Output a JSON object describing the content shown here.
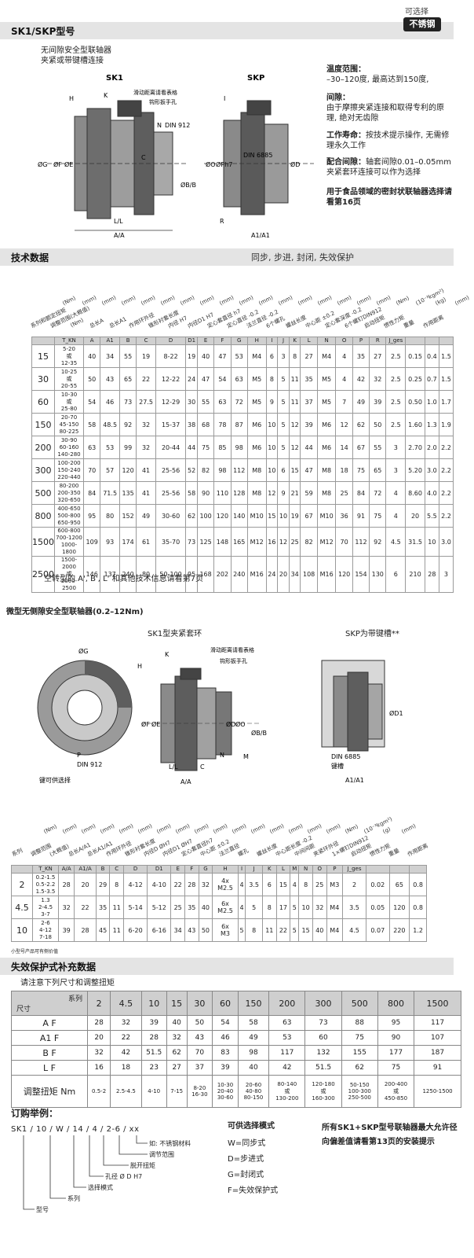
{
  "header1": {
    "title": "SK1/SKP型号"
  },
  "badge": {
    "top": "可选择",
    "main": "不锈钢"
  },
  "intro": {
    "line1": "无间隙安全型联轴器",
    "line2": "夹紧或带键槽连接"
  },
  "fig1": {
    "label_sk1": "SK1",
    "label_skp": "SKP",
    "sk1_callouts": [
      "H",
      "K",
      "N",
      "DIN 912",
      "C",
      "A/A",
      "L/L",
      "ØG",
      "ØF",
      "ØE",
      "ØD",
      "ØB/B",
      "滑动距离请看表格",
      "钩形扳手孔"
    ],
    "skp_callouts": [
      "I",
      "ØO",
      "ØPh7",
      "DIN 6885",
      "ØD",
      "R",
      "A1/A1"
    ]
  },
  "features": [
    {
      "title": "温度范围：",
      "body": "–30–120度, 最高达到150度,"
    },
    {
      "title": "间隙：",
      "body": "由于摩擦夹紧连接和取得专利的原理, 绝对无齿隙"
    },
    {
      "title": "工作寿命：",
      "body": "按技术提示操作, 无需修理永久工作"
    },
    {
      "title": "配合间隙：",
      "body": "轴套间隙0.01–0.05mm夹紧套环连接可以作为选择"
    },
    {
      "title": "用于食品领域的密封状联轴器选择请看第16页",
      "body": ""
    }
  ],
  "header2": {
    "title": "技术数据",
    "sub": "同步, 步进, 封闭, 失效保护"
  },
  "tech": {
    "rot_labels": [
      "系列和额定扭矩",
      "调整范围(大概值)",
      "(Nm)",
      "总长A",
      "总长A1",
      "作用环外径",
      "锥形衬套长度",
      "内径 H7",
      "内径D1 H7",
      "定心套直径 h7",
      "定心直径 -0.2",
      "法兰直径 -0.2",
      "6个螺孔",
      "螺丝长度",
      "中心距 ±0.2",
      "定心套深度 -0.2",
      "6个螺钉DIN912",
      "启动扭矩",
      "惯性力矩",
      "重量",
      "作用距离"
    ],
    "units": [
      "(Nm)",
      "(mm)",
      "(mm)",
      "(mm)",
      "(mm)",
      "(mm)",
      "(mm)",
      "(mm)",
      "(mm)",
      "(mm)",
      "(mm)",
      "(mm)",
      "(mm)",
      "(mm)",
      "(mm)",
      "(mm)",
      "(mm)",
      "(Nm)",
      "(10⁻³kgm²)",
      "(kg)",
      "(mm)"
    ],
    "head": [
      "T_KN",
      "A",
      "A1",
      "B",
      "C",
      "D",
      "D1",
      "E",
      "F",
      "G",
      "H",
      "I",
      "J",
      "K",
      "L",
      "N",
      "O",
      "P",
      "R",
      "J_ges",
      "",
      ""
    ],
    "rows": [
      [
        "15",
        "5-20\n或\n12-35",
        "40",
        "34",
        "55",
        "19",
        "8-22",
        "19",
        "40",
        "47",
        "53",
        "M4",
        "6",
        "3",
        "8",
        "27",
        "M4",
        "4",
        "35",
        "27",
        "2.5",
        "0.15",
        "0.4",
        "1.5"
      ],
      [
        "30",
        "10-25\n或\n20-55",
        "50",
        "43",
        "65",
        "22",
        "12-22",
        "24",
        "47",
        "54",
        "63",
        "M5",
        "8",
        "5",
        "11",
        "35",
        "M5",
        "4",
        "42",
        "32",
        "2.5",
        "0.25",
        "0.7",
        "1.5"
      ],
      [
        "60",
        "10-30\n或\n25-80",
        "54",
        "46",
        "73",
        "27.5",
        "12-29",
        "30",
        "55",
        "63",
        "72",
        "M5",
        "9",
        "5",
        "11",
        "37",
        "M5",
        "7",
        "49",
        "39",
        "2.5",
        "0.50",
        "1.0",
        "1.7"
      ],
      [
        "150",
        "20-70\n45-150\n80-225",
        "58",
        "48.5",
        "92",
        "32",
        "15-37",
        "38",
        "68",
        "78",
        "87",
        "M6",
        "10",
        "5",
        "12",
        "39",
        "M6",
        "12",
        "62",
        "50",
        "2.5",
        "1.60",
        "1.3",
        "1.9"
      ],
      [
        "200",
        "30-90\n60-160\n140-280",
        "63",
        "53",
        "99",
        "32",
        "20-44",
        "44",
        "75",
        "85",
        "98",
        "M6",
        "10",
        "5",
        "12",
        "44",
        "M6",
        "14",
        "67",
        "55",
        "3",
        "2.70",
        "2.0",
        "2.2"
      ],
      [
        "300",
        "100-200\n150-240\n220-440",
        "70",
        "57",
        "120",
        "41",
        "25-56",
        "52",
        "82",
        "98",
        "112",
        "M8",
        "10",
        "6",
        "15",
        "47",
        "M8",
        "18",
        "75",
        "65",
        "3",
        "5.20",
        "3.0",
        "2.2"
      ],
      [
        "500",
        "80-200\n200-350\n320-650",
        "84",
        "71.5",
        "135",
        "41",
        "25-56",
        "58",
        "90",
        "110",
        "128",
        "M8",
        "12",
        "9",
        "21",
        "59",
        "M8",
        "25",
        "84",
        "72",
        "4",
        "8.60",
        "4.0",
        "2.2"
      ],
      [
        "800",
        "400-650\n500-800\n650-950",
        "95",
        "80",
        "152",
        "49",
        "30-60",
        "62",
        "100",
        "120",
        "140",
        "M10",
        "15",
        "10",
        "19",
        "67",
        "M10",
        "36",
        "91",
        "75",
        "4",
        "20",
        "5.5",
        "2.2"
      ],
      [
        "1500",
        "600-800\n700-1200\n1000-1800",
        "109",
        "93",
        "174",
        "61",
        "35-70",
        "73",
        "125",
        "148",
        "165",
        "M12",
        "16",
        "12",
        "25",
        "82",
        "M12",
        "70",
        "112",
        "92",
        "4.5",
        "31.5",
        "10",
        "3.0"
      ],
      [
        "2500",
        "1500-2000\n或\n2000-2500",
        "146",
        "137",
        "240",
        "80",
        "50-100",
        "95",
        "168",
        "202",
        "240",
        "M16",
        "24",
        "20",
        "34",
        "108",
        "M16",
        "120",
        "154",
        "130",
        "6",
        "210",
        "28",
        "3"
      ]
    ],
    "note": "空转型的 A', B', L' 和其他技术信息请看第7页"
  },
  "micro": {
    "title": "微型无侧隙安全型联轴器(0.2–12Nm)",
    "sub_sk1": "SK1型夹紧套环",
    "sub_skp": "SKP为带键槽**",
    "callouts_left": [
      "ØG",
      "P",
      "DIN 912",
      "键可供选择"
    ],
    "callouts_mid": [
      "H",
      "K",
      "滑动距离请看表格",
      "钩形扳手孔",
      "ØF",
      "ØE",
      "ØD",
      "ØB/B",
      "ØO",
      "L/L",
      "C",
      "N",
      "M",
      "A/A"
    ],
    "callouts_right": [
      "ØD1",
      "DIN 6885",
      "键槽",
      "A1/A1"
    ],
    "rot_labels": [
      "系列",
      "调整范围",
      "(大概值)",
      "总长A/A1",
      "总长A1/A1",
      "作用环外径",
      "锥形衬套长度",
      "内径D ØH7",
      "内径D1 ØH7",
      "定心套直径h7",
      "中心距 ±0.2",
      "法兰直径",
      "螺孔",
      "螺丝长度",
      "中心距长度 -0.2",
      "中间间距",
      "夹紧环外径",
      "1×螺钉DIN912",
      "启动扭矩",
      "惯性力矩",
      "重量",
      "作用距离"
    ],
    "units": [
      "(Nm)",
      "(mm)",
      "(mm)",
      "(mm)",
      "(mm)",
      "(mm)",
      "(mm)",
      "(mm)",
      "(mm)",
      "(mm)",
      "(mm)",
      "(mm)",
      "(mm)",
      "(mm)",
      "(mm)",
      "(mm)",
      "(Nm)",
      "(10⁻³kgm²)",
      "(g)",
      "(mm)"
    ],
    "head": [
      "T_KN",
      "A/A",
      "A1/A",
      "B",
      "C",
      "D",
      "D1",
      "E",
      "F",
      "G",
      "H",
      "I",
      "J",
      "K",
      "L",
      "M",
      "N",
      "O",
      "P",
      "J_ges",
      "",
      ""
    ],
    "rows": [
      [
        "2",
        "0.2-1.5\n0.5-2.2\n1.5-3.5",
        "28",
        "20",
        "29",
        "8",
        "4-12",
        "4-10",
        "22",
        "28",
        "32",
        "4x\nM2.5",
        "4",
        "3.5",
        "6",
        "15",
        "4",
        "8",
        "25",
        "M3",
        "2",
        "0.02",
        "65",
        "0.8"
      ],
      [
        "4.5",
        "1.3\n2-4.5\n3-7",
        "32",
        "22",
        "35",
        "11",
        "5-14",
        "5-12",
        "25",
        "35",
        "40",
        "6x\nM2.5",
        "4",
        "5",
        "8",
        "17",
        "5",
        "10",
        "32",
        "M4",
        "3.5",
        "0.05",
        "120",
        "0.8"
      ],
      [
        "10",
        "2-6\n4-12\n7-18",
        "39",
        "28",
        "45",
        "11",
        "6-20",
        "6-16",
        "34",
        "43",
        "50",
        "6x\nM3",
        "5",
        "8",
        "11",
        "22",
        "5",
        "15",
        "40",
        "M4",
        "4.5",
        "0.07",
        "220",
        "1.2"
      ]
    ],
    "note": "小型号产品可有侧价值"
  },
  "header3": {
    "title": "失效保护式补充数据"
  },
  "supp": {
    "note": "请注意下列尺寸和调整扭矩",
    "col_label_series": "系列",
    "col_label_size": "尺寸",
    "series": [
      "2",
      "4.5",
      "10",
      "15",
      "30",
      "60",
      "150",
      "200",
      "300",
      "500",
      "800",
      "1500"
    ],
    "rows": [
      {
        "label": "A F",
        "values": [
          "28",
          "32",
          "39",
          "40",
          "50",
          "54",
          "58",
          "63",
          "73",
          "88",
          "95",
          "117"
        ]
      },
      {
        "label": "A1 F",
        "values": [
          "20",
          "22",
          "28",
          "32",
          "43",
          "46",
          "49",
          "53",
          "60",
          "75",
          "90",
          "107"
        ]
      },
      {
        "label": "B F",
        "values": [
          "32",
          "42",
          "51.5",
          "62",
          "70",
          "83",
          "98",
          "117",
          "132",
          "155",
          "177",
          "187"
        ]
      },
      {
        "label": "L F",
        "values": [
          "16",
          "18",
          "23",
          "27",
          "37",
          "39",
          "40",
          "42",
          "51.5",
          "62",
          "75",
          "91"
        ]
      },
      {
        "label": "调整扭矩 Nm",
        "values": [
          "0.5-2",
          "2.5-4.5",
          "4-10",
          "7-15",
          "8-20\n16-30",
          "10-30\n20-40\n30-60",
          "20-60\n40-80\n80-150",
          "80-140\n或\n130-200",
          "120-180\n或\n160-300",
          "50-150\n100-300\n250-500",
          "200-400\n或\n450-850",
          "1250-1500"
        ]
      }
    ]
  },
  "order": {
    "title": "订购举例：",
    "code": "SK1 / 10 / W / 14 / 4 / 2-6 / xx",
    "labels": [
      "如: 不锈钢材料",
      "调节范围",
      "脱开扭矩",
      "孔径 Ø D H7",
      "选择模式",
      "系列",
      "型号"
    ],
    "modes_title": "可供选择模式",
    "modes": [
      "W=同步式",
      "D=步进式",
      "G=封闭式",
      "F=失效保护式"
    ],
    "right_note": "所有SK1+SKP型号联轴器最大允许径向偏差值请看第13页的安装提示"
  }
}
